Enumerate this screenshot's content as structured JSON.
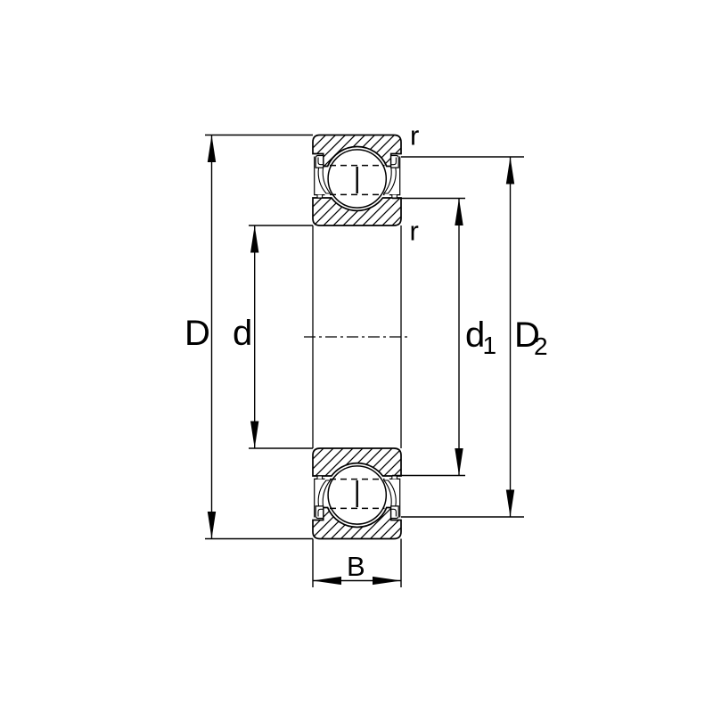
{
  "labels": {
    "outer_diameter": "D",
    "bore_diameter": "d",
    "inner_shoulder_main": "d",
    "inner_shoulder_sub": "1",
    "outer_shoulder_main": "D",
    "outer_shoulder_sub": "2",
    "width": "B",
    "radius_top": "r",
    "radius_bottom": "r"
  },
  "colors": {
    "line": "#000000",
    "background": "#ffffff"
  }
}
